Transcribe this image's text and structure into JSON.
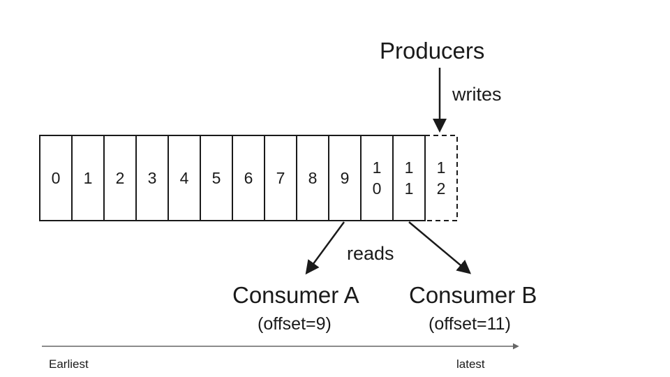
{
  "producers": {
    "title": "Producers",
    "action": "writes"
  },
  "log": {
    "cells": [
      "0",
      "1",
      "2",
      "3",
      "4",
      "5",
      "6",
      "7",
      "8",
      "9",
      "10",
      "11"
    ],
    "next_cell": "12",
    "line_color": "#1a1a1a"
  },
  "consumers": {
    "action": "reads",
    "a": {
      "name": "Consumer A",
      "offset_text": "(offset=9)",
      "offset": 9
    },
    "b": {
      "name": "Consumer B",
      "offset_text": "(offset=11)",
      "offset": 11
    }
  },
  "timeline": {
    "start_label": "Earliest",
    "end_label": "latest",
    "color": "#666666"
  }
}
